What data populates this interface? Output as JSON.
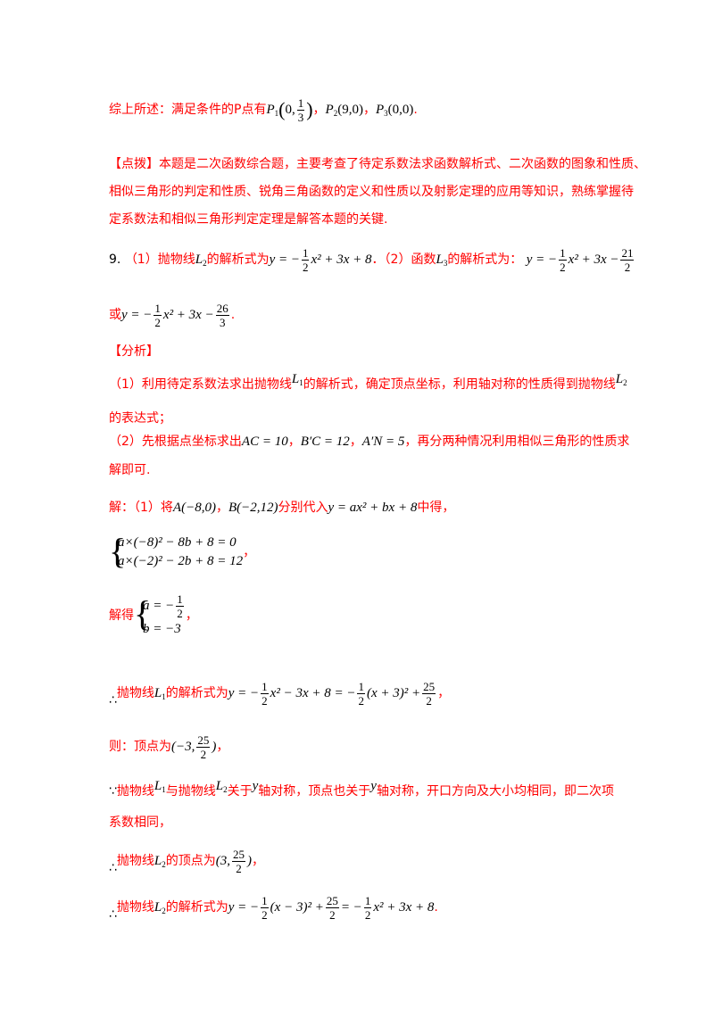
{
  "summary": {
    "lead": "综上所述：满足条件的P点有",
    "p1": "P",
    "p1_sub": "1",
    "p1_x": "0,",
    "p1_num": "1",
    "p1_den": "3",
    "sep1": "，",
    "p2": "P",
    "p2_sub": "2",
    "p2_val": "(9,0)",
    "sep2": "，",
    "p3": "P",
    "p3_sub": "3",
    "p3_val": "(0,0)",
    "end": "."
  },
  "comment": {
    "line1": "【点拨】本题是二次函数综合题，主要考查了待定系数法求函数解析式、二次函数的图象和性质、",
    "line2": "相似三角形的判定和性质、锐角三角函数的定义和性质以及射影定理的应用等知识，熟练掌握待",
    "line3": "定系数法和相似三角形判定定理是解答本题的关键."
  },
  "q9": {
    "num": "9.",
    "p1_text": "（1）抛物线",
    "L2": "L",
    "L2_sub": "2",
    "p1_text2": "的解析式为",
    "eq1": "y = −",
    "eq1_tail": "x² + 3x + 8",
    "p2_text": "．（2）函数",
    "L3": "L",
    "L3_sub": "3",
    "p2_text2": "的解析式为：",
    "eq2": "y = −",
    "eq2_mid": "x² + 3x −",
    "eq2_num": "21",
    "eq2_den": "2",
    "or": "或",
    "eq3": "y = −",
    "eq3_mid": "x² + 3x −",
    "eq3_num": "26",
    "eq3_den": "3",
    "end": "."
  },
  "analysis": {
    "title": "【分析】",
    "s1_a": "（1）利用待定系数法求出抛物线",
    "s1_b": "的解析式，确定顶点坐标，利用轴对称的性质得到抛物线",
    "s1_c": "的表达式；",
    "s2_a": "（2）先根据点坐标求出",
    "s2_ac": "AC = 10",
    "s2_bc": "B′C = 12",
    "s2_an": "A′N = 5",
    "s2_b": "，再分两种情况利用相似三角形的性质求",
    "s2_c": "解即可."
  },
  "solution": {
    "lead": "解：（1）将",
    "ptA": "A(−8,0)",
    "comma": "，",
    "ptB": "B(−2,12)",
    "sub_in": "分别代入",
    "eqn": "y = ax² + bx + 8",
    "get": "中得，",
    "sys1_r1": "a×(−8)² − 8b + 8 = 0",
    "sys1_r2": "a×(−2)² − 2b + 8 = 12",
    "sys_end": "，",
    "solve": "解得",
    "a_eq": "a = −",
    "b_eq": "b = −3",
    "therefore": "∴",
    "because": "∵",
    "l1_text": "抛物线",
    "l1_text2": "的解析式为",
    "l1_eq_a": "y = −",
    "l1_eq_b": "x² − 3x + 8 = −",
    "l1_eq_c": "(x + 3)² +",
    "l1_eq_end": "，",
    "vertex_text": "则：顶点为",
    "vertex_a": "(−3,",
    "vertex_b": ")",
    "vertex_end": "，",
    "sym_a": "抛物线",
    "sym_b": "与抛物线",
    "sym_c": "关于",
    "sym_y": "y",
    "sym_d": "轴对称，顶点也关于",
    "sym_e": "轴对称，开口方向及大小均相同，即二次项",
    "sym_f": "系数相同，",
    "l2_vtext": "抛物线",
    "l2_vtext2": "的顶点为",
    "l2_v_a": "(3,",
    "l2_v_b": ")",
    "l2_v_end": "，",
    "l2_text": "抛物线",
    "l2_text2": "的解析式为",
    "l2_eq_a": "y = −",
    "l2_eq_b": "(x − 3)² +",
    "l2_eq_c": "= −",
    "l2_eq_d": "x² + 3x + 8",
    "l2_end": ".",
    "one": "1",
    "two": "2",
    "twentyfive": "25",
    "L": "L",
    "s1": "1",
    "s2": "2"
  }
}
